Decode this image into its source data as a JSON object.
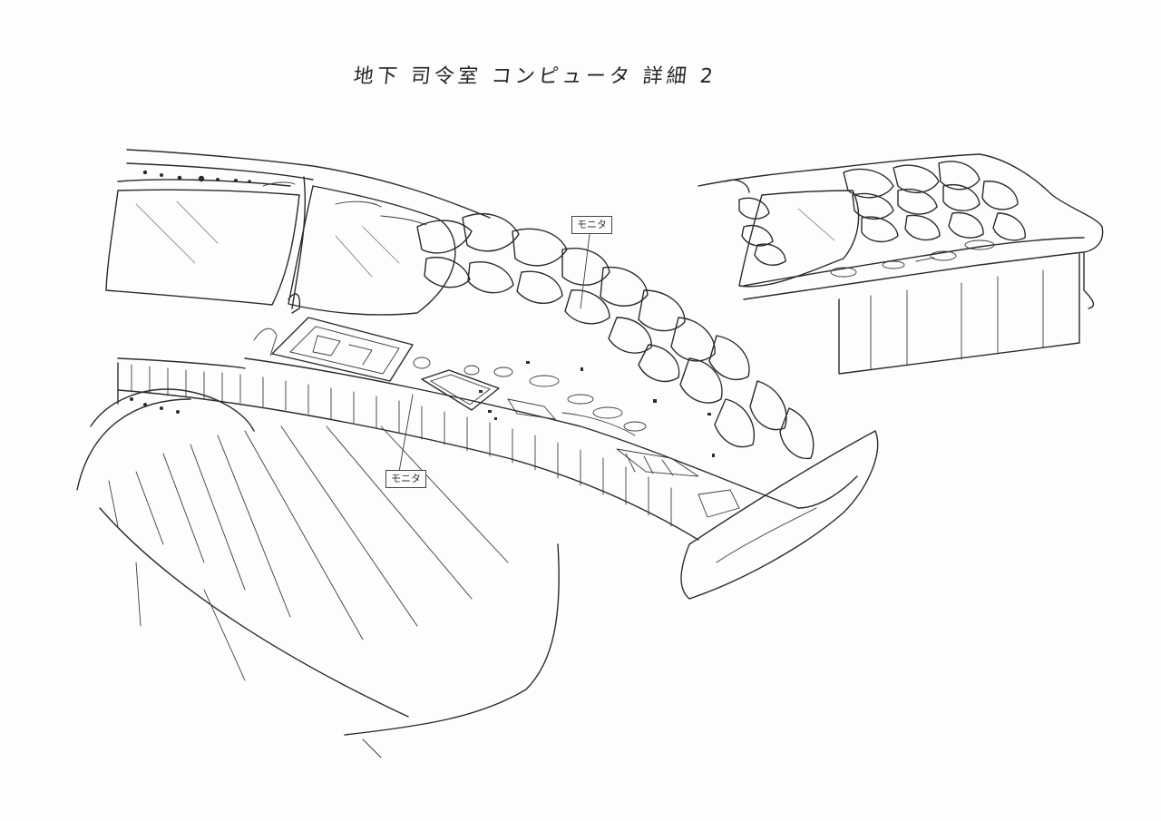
{
  "sheet": {
    "title": "地下 司令室 コンピュータ 詳細 2"
  },
  "labels": {
    "monitor_upper": "モニタ",
    "monitor_lower": "モニタ"
  },
  "colors": {
    "paper": "#fdfdfc",
    "ink": "#2b2b2b"
  }
}
